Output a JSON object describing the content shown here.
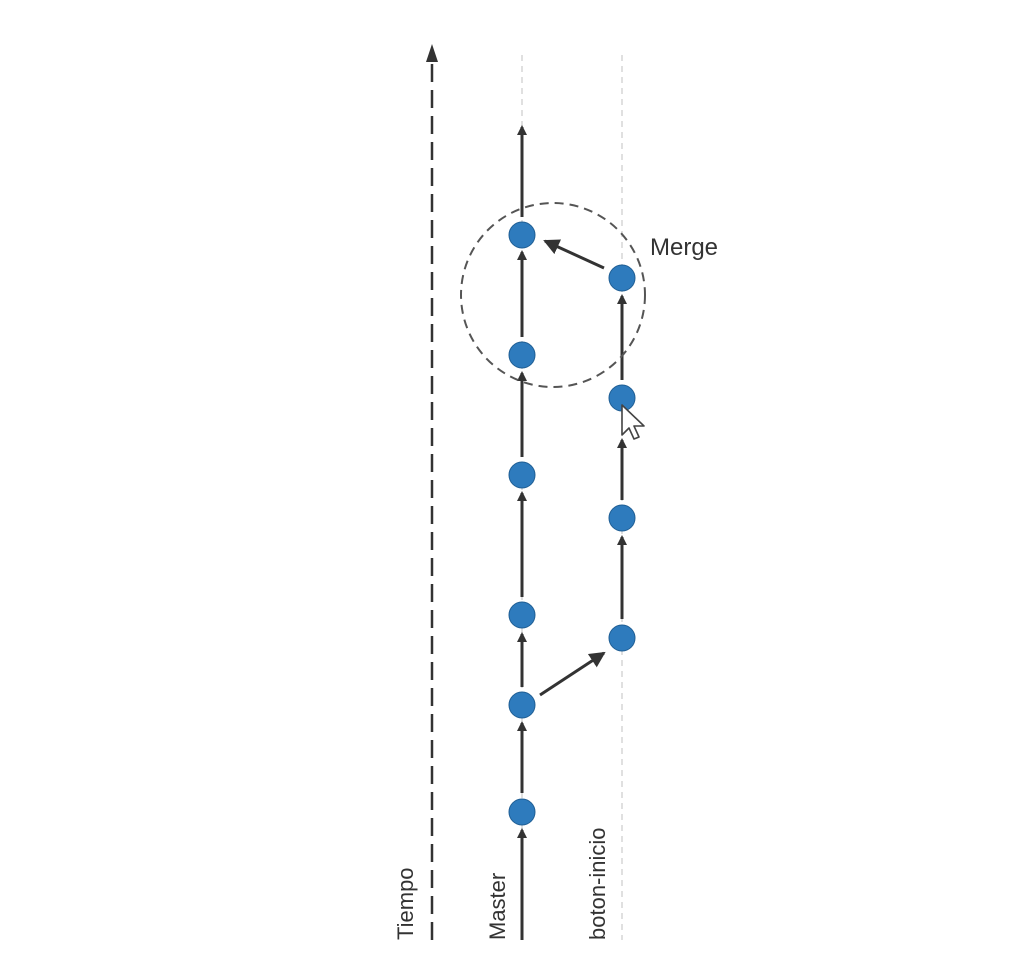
{
  "labels": {
    "time_axis": "Tiempo",
    "master_branch": "Master",
    "feature_branch": "boton-inicio",
    "merge": "Merge"
  },
  "colors": {
    "commit": "#2e7bbd",
    "arrow": "#333333",
    "guide": "#cfcfcf",
    "dashed": "#555555"
  },
  "branches": {
    "master_commits": 6,
    "feature_commits": 4
  },
  "icons": {
    "cursor": "mouse-pointer-icon"
  }
}
